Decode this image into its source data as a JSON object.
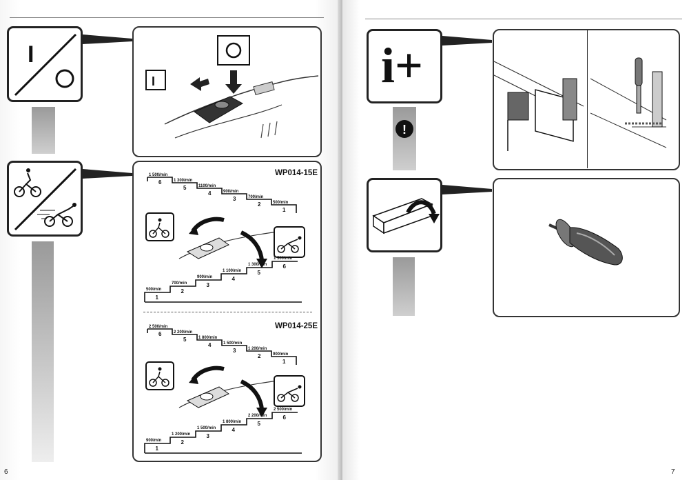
{
  "left_page": {
    "page_number": "6",
    "onoff": {
      "on_symbol": "I",
      "off_symbol": "O"
    },
    "wp014_15e": {
      "model": "WP014-15E",
      "top_steps": [
        "6",
        "5",
        "4",
        "3",
        "2",
        "1"
      ],
      "top_speeds": [
        "1 500/min",
        "1 300/min",
        "1100/min",
        "900/min",
        "700/min",
        "500/min"
      ],
      "bottom_steps": [
        "1",
        "2",
        "3",
        "4",
        "5",
        "6"
      ],
      "bottom_speeds": [
        "500/min",
        "700/min",
        "900/min",
        "1 100/min",
        "1 300/min",
        "1 500/min"
      ]
    },
    "wp014_25e": {
      "model": "WP014-25E",
      "top_steps": [
        "6",
        "5",
        "4",
        "3",
        "2",
        "1"
      ],
      "top_speeds": [
        "2 500/min",
        "2 200/min",
        "1 800/min",
        "1 500/min",
        "1 200/min",
        "900/min"
      ],
      "bottom_steps": [
        "1",
        "2",
        "3",
        "4",
        "5",
        "6"
      ],
      "bottom_speeds": [
        "900/min",
        "1 200/min",
        "1 500/min",
        "1 800/min",
        "2 200/min",
        "2 500/min"
      ]
    }
  },
  "right_page": {
    "page_number": "7",
    "info_symbol": "i+",
    "warning_symbol": "!"
  },
  "colors": {
    "frame": "#333333",
    "grey_bar": "#b5b5b5"
  }
}
